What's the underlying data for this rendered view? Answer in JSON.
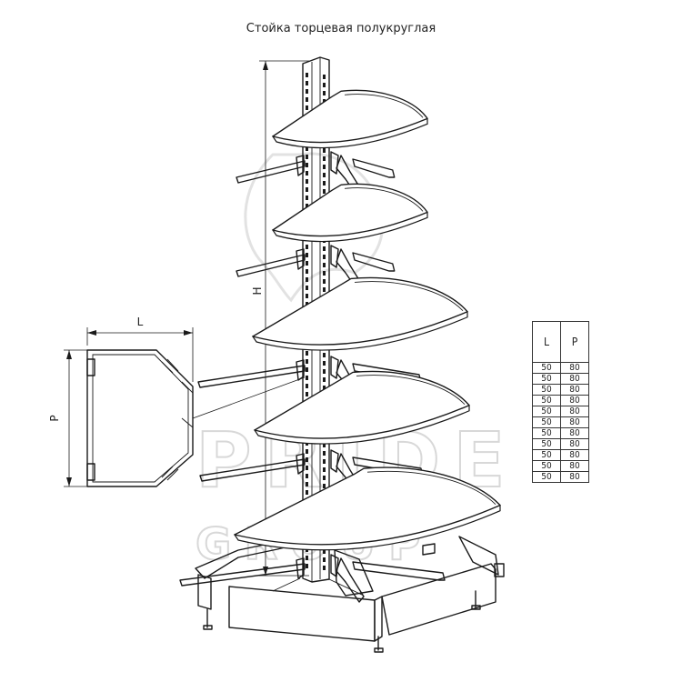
{
  "title": "Стойка торцевая полукруглая",
  "watermark": {
    "line1": "PRIDE",
    "line2": "GROUP"
  },
  "dimensions": {
    "width_label": "L",
    "depth_label": "P",
    "height_label": "H"
  },
  "table": {
    "headers": [
      "L",
      "P"
    ],
    "rows": [
      [
        "50",
        "80"
      ],
      [
        "50",
        "80"
      ],
      [
        "50",
        "80"
      ],
      [
        "50",
        "80"
      ],
      [
        "50",
        "80"
      ],
      [
        "50",
        "80"
      ],
      [
        "50",
        "80"
      ],
      [
        "50",
        "80"
      ],
      [
        "50",
        "80"
      ],
      [
        "50",
        "80"
      ],
      [
        "50",
        "80"
      ]
    ]
  },
  "colors": {
    "line": "#1a1a1a",
    "watermark": "#d8d8d8",
    "background": "#ffffff"
  }
}
